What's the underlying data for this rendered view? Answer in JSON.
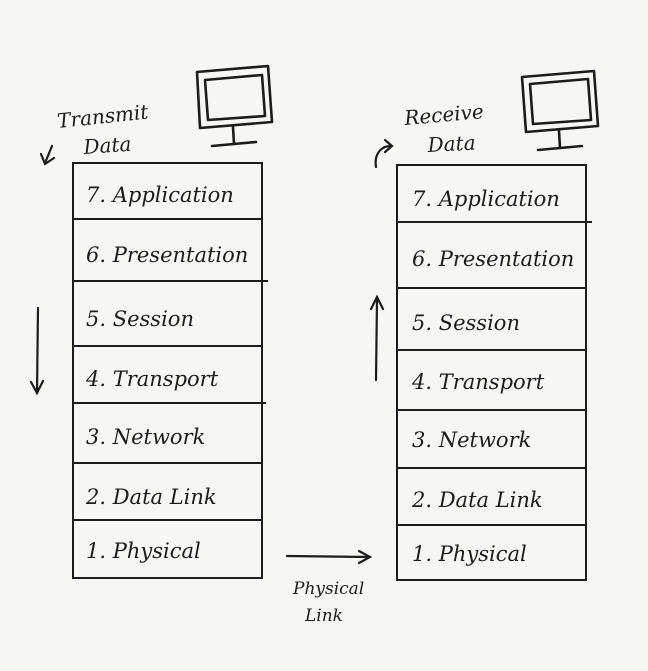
{
  "sender": {
    "caption_line1": "Transmit",
    "caption_line2": "Data",
    "icon": "computer-monitor-icon",
    "layers": [
      "7. Application",
      "6. Presentation",
      "5. Session",
      "4. Transport",
      "3. Network",
      "2. Data Link",
      "1. Physical"
    ],
    "direction": "down"
  },
  "receiver": {
    "caption_line1": "Receive",
    "caption_line2": "Data",
    "icon": "computer-monitor-icon",
    "layers": [
      "7. Application",
      "6. Presentation",
      "5. Session",
      "4. Transport",
      "3. Network",
      "2. Data Link",
      "1. Physical"
    ],
    "direction": "up"
  },
  "link": {
    "label_line1": "Physical",
    "label_line2": "Link"
  },
  "colors": {
    "background": "#f6f6f5",
    "ink": "#1c1c1c"
  }
}
